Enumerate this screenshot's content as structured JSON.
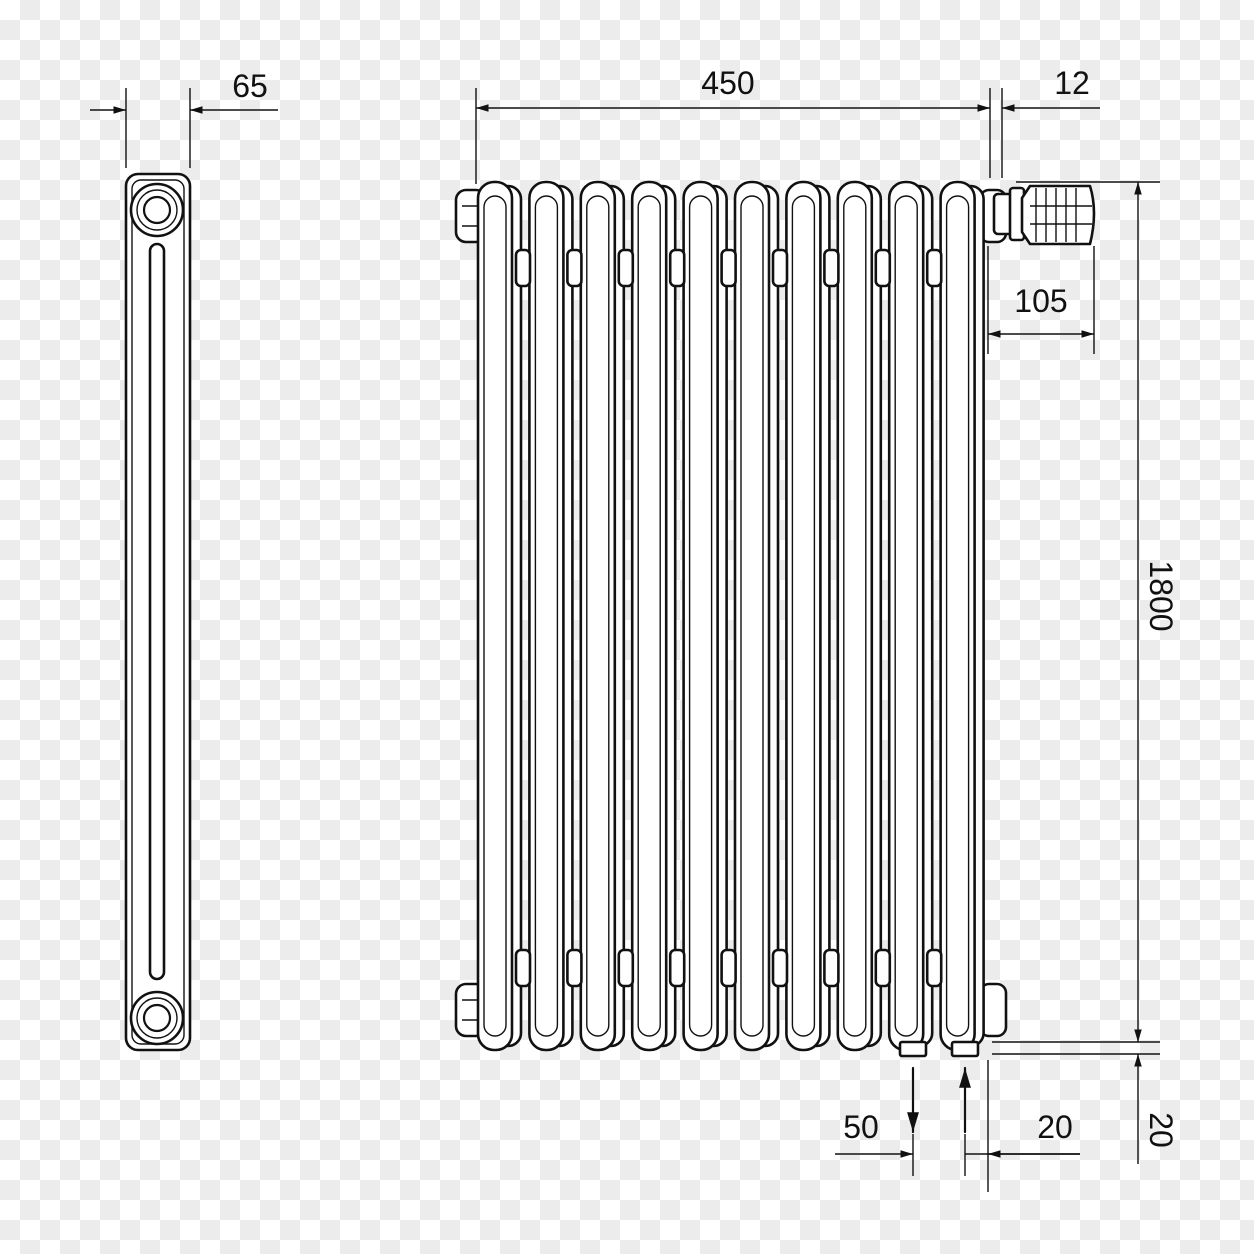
{
  "dimensions": {
    "side_width": "65",
    "overall_width": "450",
    "wall_gap_top": "12",
    "valve_length": "105",
    "height": "1800",
    "pipe_spacing": "50",
    "pipe_offset": "20",
    "floor_gap": "20"
  },
  "section_count": 10,
  "icons": [
    "thermostatic-valve-icon",
    "pipe-flow-arrow-icon"
  ]
}
